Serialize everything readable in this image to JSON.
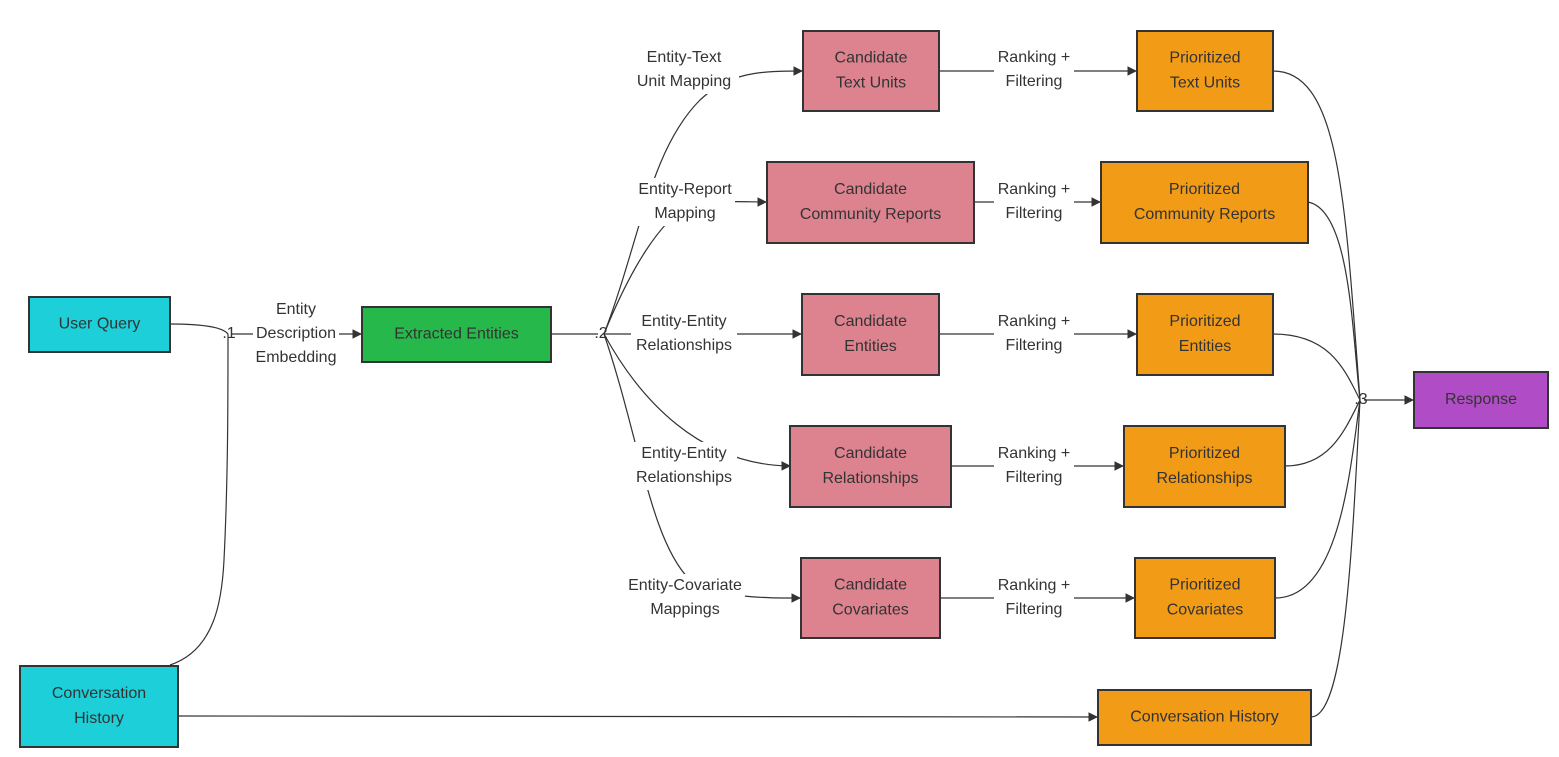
{
  "colors": {
    "input": "#1ccfd8",
    "entities": "#27b84c",
    "candidate": "#dc838f",
    "prioritized": "#f29b17",
    "response": "#b04dc6",
    "stroke": "#333333"
  },
  "nodes": {
    "user_query": "User Query",
    "conversation_history_in": [
      "Conversation",
      "History"
    ],
    "extracted_entities": "Extracted Entities",
    "candidate_text_units": [
      "Candidate",
      "Text Units"
    ],
    "candidate_community_reports": [
      "Candidate",
      "Community Reports"
    ],
    "candidate_entities": [
      "Candidate",
      "Entities"
    ],
    "candidate_relationships": [
      "Candidate",
      "Relationships"
    ],
    "candidate_covariates": [
      "Candidate",
      "Covariates"
    ],
    "prioritized_text_units": [
      "Prioritized",
      "Text Units"
    ],
    "prioritized_community_reports": [
      "Prioritized",
      "Community Reports"
    ],
    "prioritized_entities": [
      "Prioritized",
      "Entities"
    ],
    "prioritized_relationships": [
      "Prioritized",
      "Relationships"
    ],
    "prioritized_covariates": [
      "Prioritized",
      "Covariates"
    ],
    "conversation_history_out": "Conversation History",
    "response": "Response"
  },
  "junctions": {
    "j1": ".1",
    "j2": ".2",
    "j3": ".3"
  },
  "edge_labels": {
    "embedding": [
      "Entity",
      "Description",
      "Embedding"
    ],
    "text_unit_mapping": [
      "Entity-Text",
      "Unit Mapping"
    ],
    "report_mapping": [
      "Entity-Report",
      "Mapping"
    ],
    "entity_relationships_1": [
      "Entity-Entity",
      "Relationships"
    ],
    "entity_relationships_2": [
      "Entity-Entity",
      "Relationships"
    ],
    "covariate_mappings": [
      "Entity-Covariate",
      "Mappings"
    ],
    "ranking_1": [
      "Ranking +",
      "Filtering"
    ],
    "ranking_2": [
      "Ranking +",
      "Filtering"
    ],
    "ranking_3": [
      "Ranking +",
      "Filtering"
    ],
    "ranking_4": [
      "Ranking +",
      "Filtering"
    ],
    "ranking_5": [
      "Ranking +",
      "Filtering"
    ]
  }
}
